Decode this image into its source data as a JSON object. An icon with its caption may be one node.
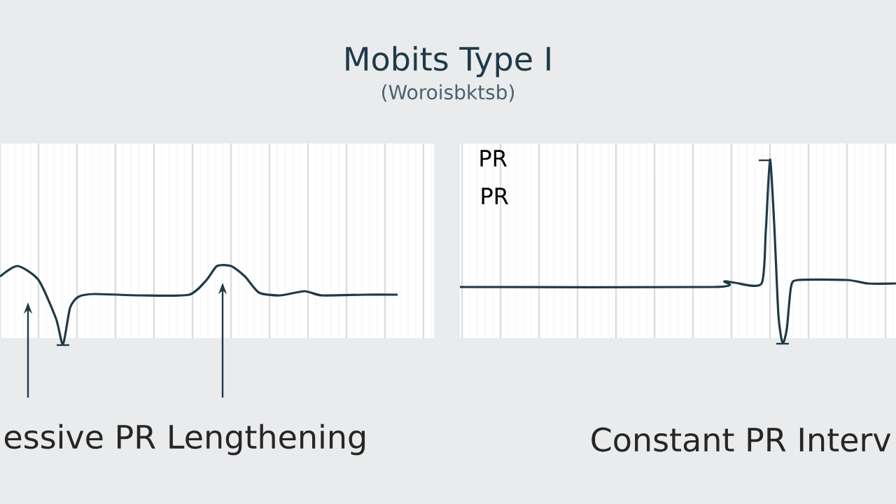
{
  "diagram": {
    "title": "Mobits Type I",
    "labels": [
      "(Woroisbktsb)",
      "PR",
      "PR",
      "essive PR Lengthening",
      "Constant PR Interv"
    ]
  }
}
